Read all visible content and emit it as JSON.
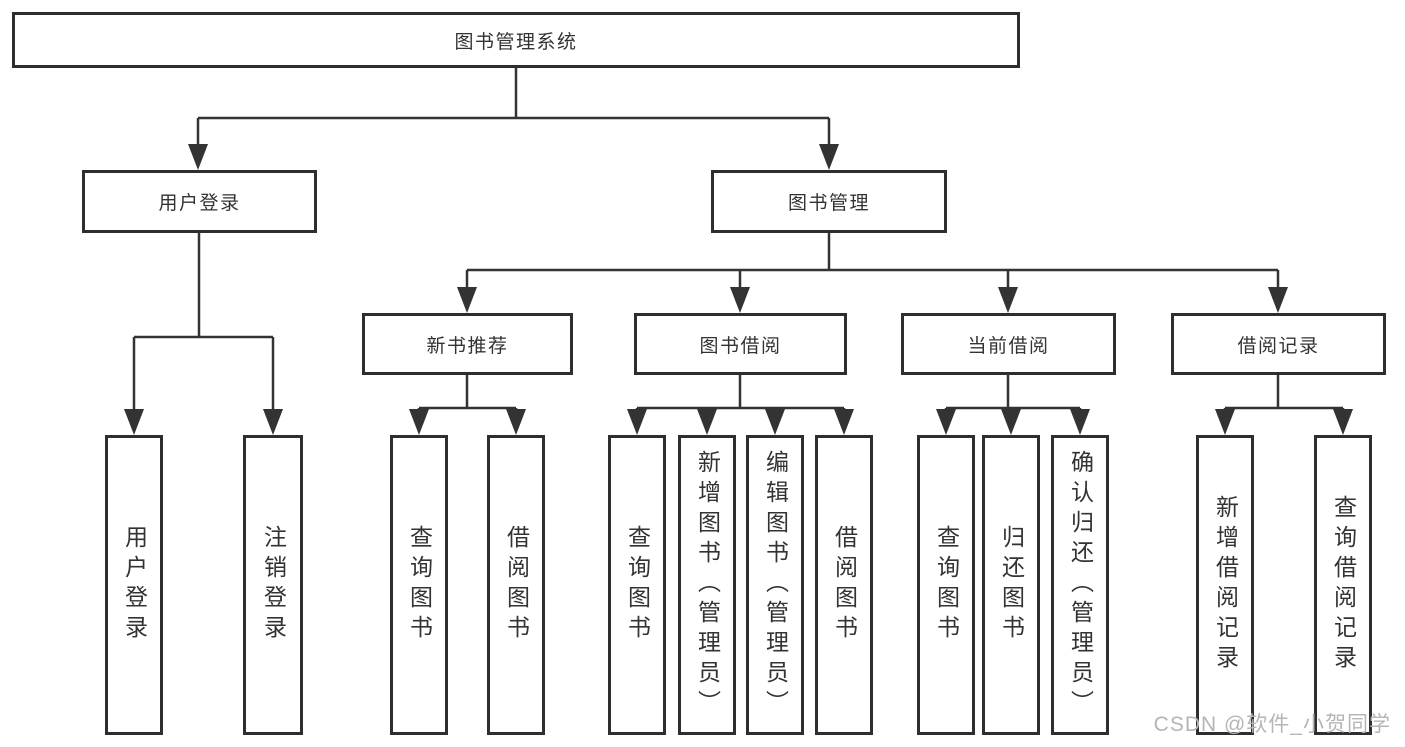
{
  "colors": {
    "line": "#333333",
    "border": "#2e2e2e",
    "text": "#333333",
    "watermark": "#b5b5b5",
    "background": "#ffffff"
  },
  "watermark": "CSDN @软件_小贺同学",
  "diagram": {
    "root": "图书管理系统",
    "branches": [
      {
        "label": "用户登录",
        "children": [
          "用户登录",
          "注销登录"
        ]
      },
      {
        "label": "图书管理",
        "groups": [
          {
            "label": "新书推荐",
            "children": [
              "查询图书",
              "借阅图书"
            ]
          },
          {
            "label": "图书借阅",
            "children": [
              "查询图书",
              "新增图书（管理员）",
              "编辑图书（管理员）",
              "借阅图书"
            ]
          },
          {
            "label": "当前借阅",
            "children": [
              "查询图书",
              "归还图书",
              "确认归还（管理员）"
            ]
          },
          {
            "label": "借阅记录",
            "children": [
              "新增借阅记录",
              "查询借阅记录"
            ]
          }
        ]
      }
    ]
  }
}
